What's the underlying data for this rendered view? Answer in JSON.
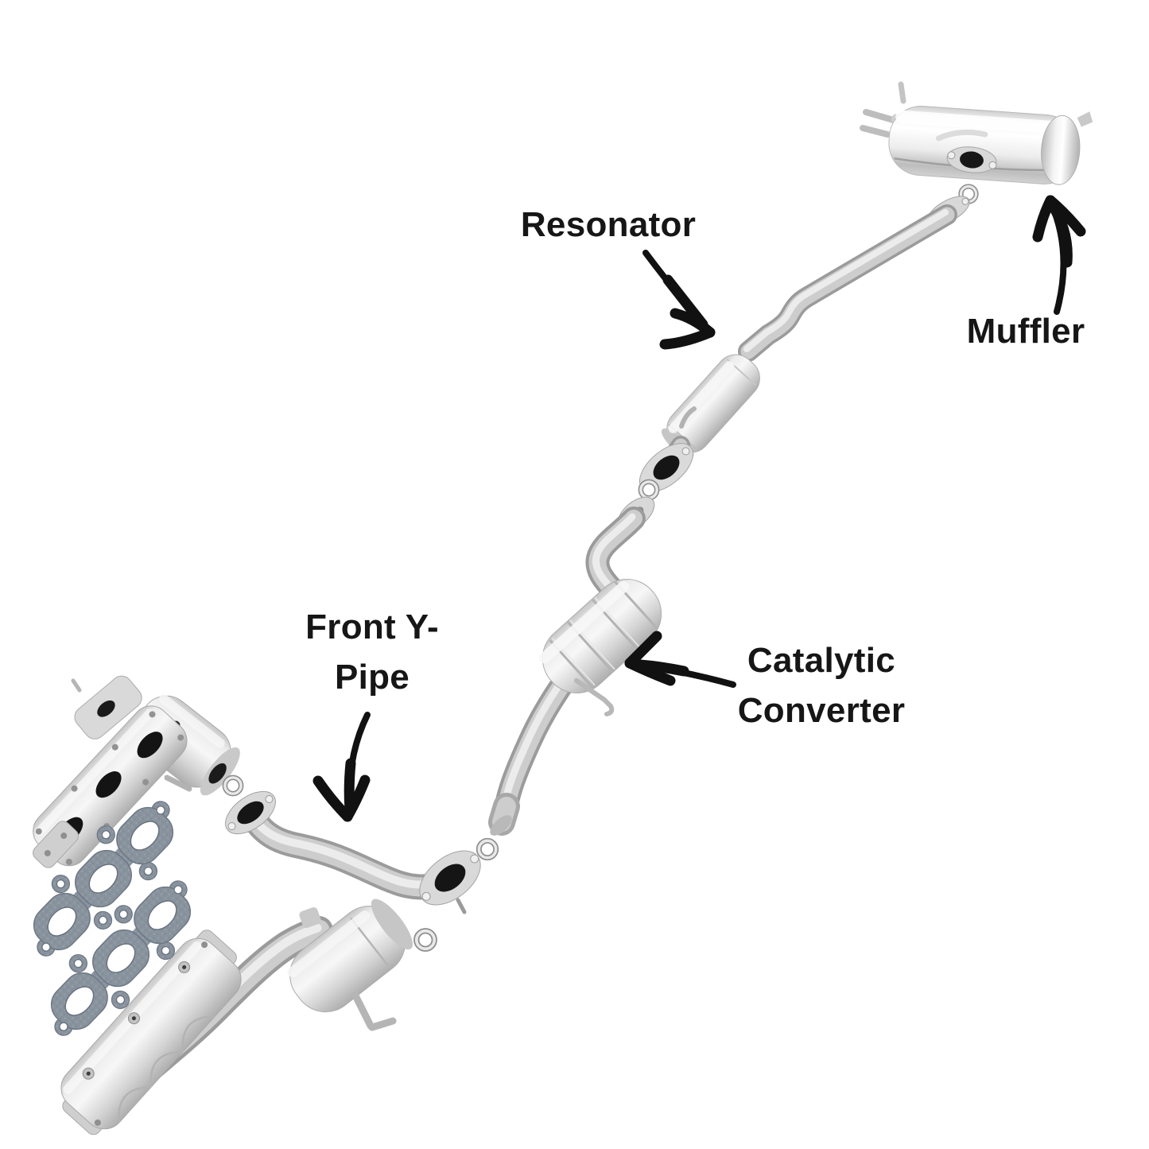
{
  "page": {
    "background_color": "#ffffff",
    "text_color": "#161616",
    "arrow_color": "#111111"
  },
  "labels": {
    "resonator": {
      "text": "Resonator"
    },
    "muffler": {
      "text": "Muffler"
    },
    "front_y_pipe": {
      "line1": "Front Y-",
      "line2": "Pipe"
    },
    "catalytic_converter": {
      "line1": "Catalytic",
      "line2": "Converter"
    }
  },
  "parts": [
    "muffler",
    "resonator",
    "catalytic-converter",
    "front-y-pipe",
    "exhaust-manifold-with-converter-upper",
    "exhaust-manifold-with-converter-lower",
    "manifold-gasket-1",
    "manifold-gasket-2",
    "ring-gasket-muffler",
    "ring-gasket-resonator",
    "ring-gasket-y-pipe-inlet",
    "ring-gasket-manifold-upper",
    "ring-gasket-manifold-lower"
  ],
  "colors": {
    "metal_highlight": "#f7f7f7",
    "metal_mid": "#cdcdcd",
    "metal_shadow": "#9b9b9b",
    "gasket_steel": "#89939e",
    "port_hole": "#161616"
  }
}
